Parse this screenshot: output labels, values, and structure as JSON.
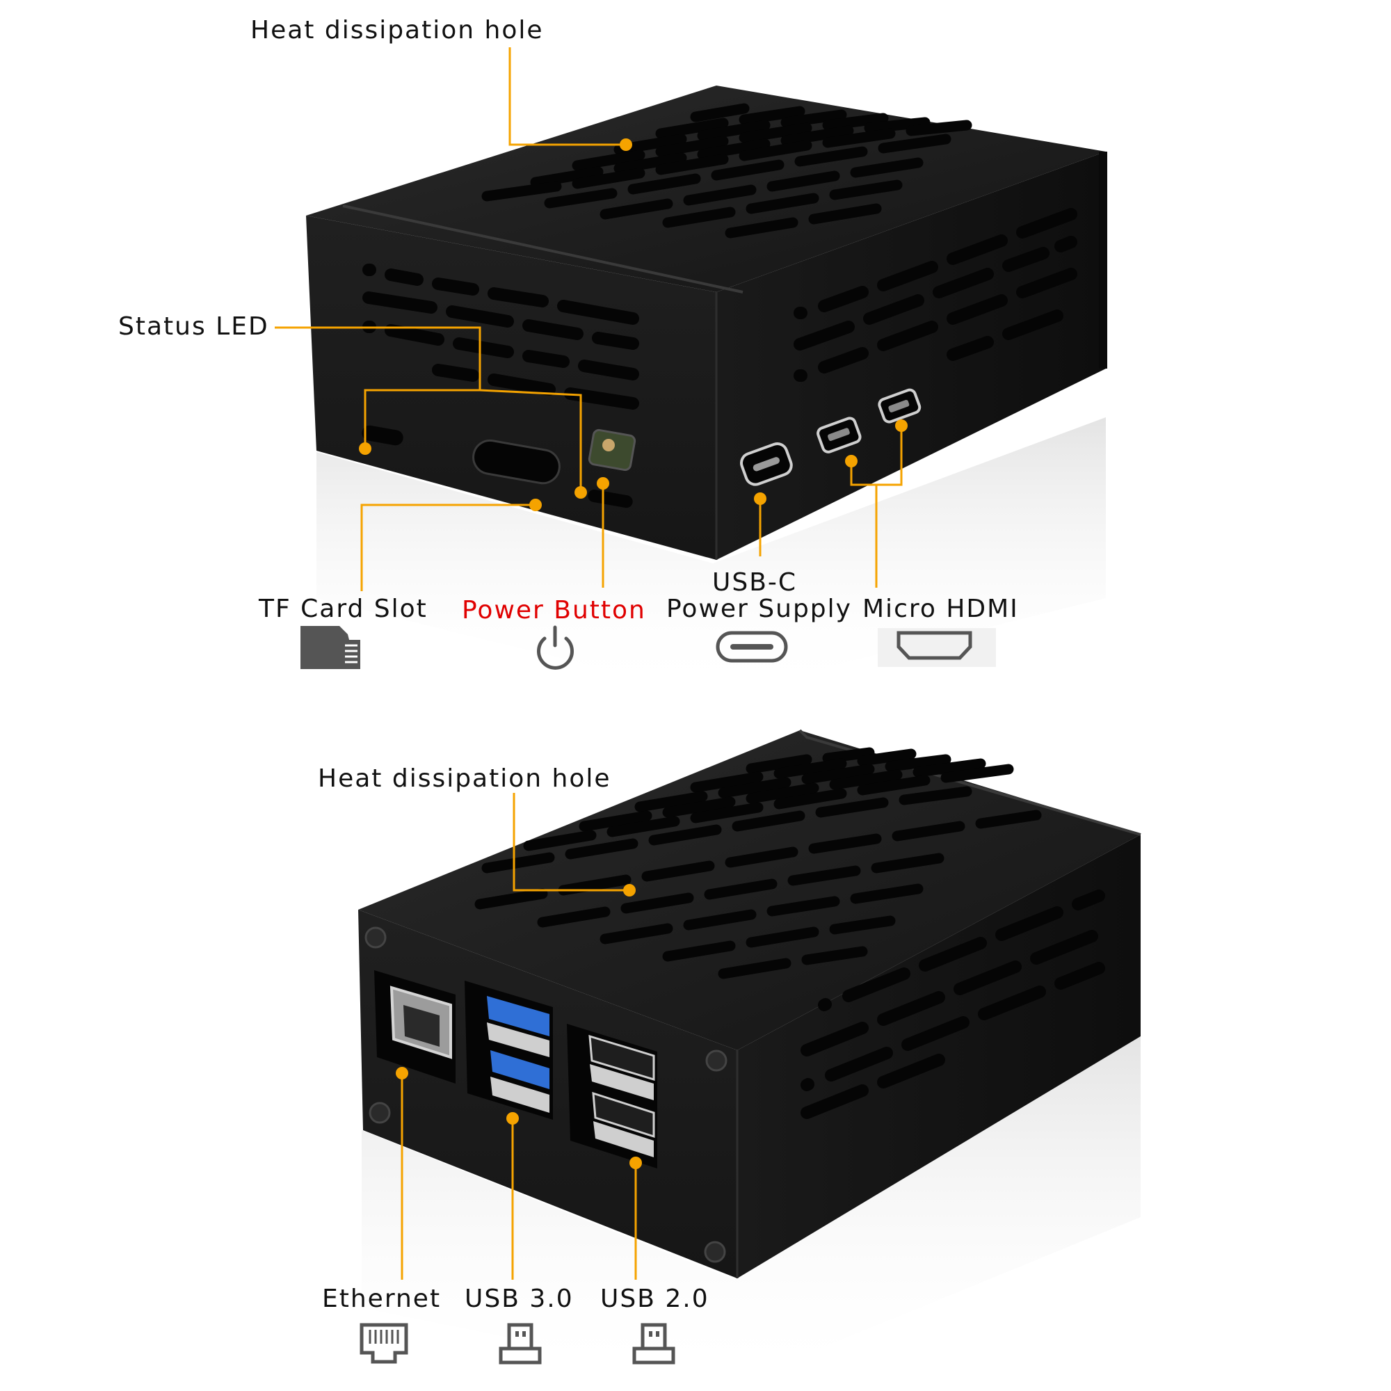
{
  "top_case": {
    "heat_label": "Heat dissipation hole",
    "status_led_label": "Status LED",
    "tf_card_label": "TF Card Slot",
    "power_button_label": "Power Button",
    "usb_c_label_line1": "USB-C",
    "usb_c_label_line2": "Power Supply",
    "micro_hdmi_label": "Micro HDMI"
  },
  "bottom_case": {
    "heat_label": "Heat dissipation hole",
    "ethernet_label": "Ethernet",
    "usb3_label": "USB 3.0",
    "usb2_label": "USB 2.0"
  },
  "icons": [
    "micro-sd-card-icon",
    "power-icon",
    "usb-c-port-icon",
    "hdmi-port-icon",
    "ethernet-port-icon",
    "usb-plug-icon"
  ],
  "colors": {
    "callout": "#f5a300",
    "case": "#1c1c1c",
    "power_button_text": "#e00000",
    "usb3_blue": "#2f6fd6"
  }
}
